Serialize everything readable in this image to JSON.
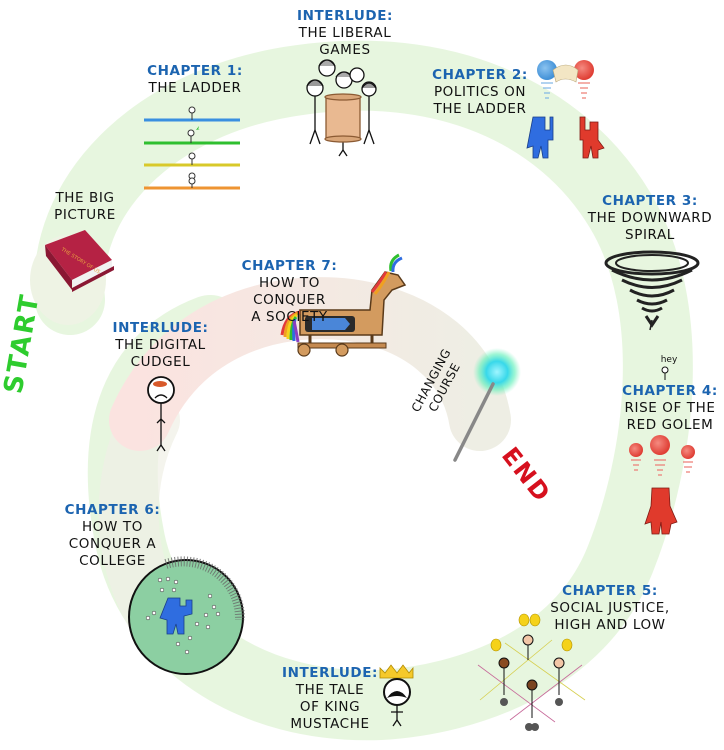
{
  "map_title": "Chapter map",
  "colors": {
    "kicker": "#1c64b0",
    "title": "#111111",
    "start": "#2ecc2e",
    "end": "#d6101e",
    "path_green": "#e6f5dd",
    "path_red": "#fbe5e3",
    "path_neutral": "#efefe6"
  },
  "markers": {
    "start": "START",
    "end": "END",
    "changing_course": [
      "CHANGING",
      "COURSE"
    ]
  },
  "sections": [
    {
      "id": "big-picture",
      "kicker": "",
      "title": [
        "THE BIG",
        "PICTURE"
      ],
      "icon": "book-icon",
      "book_text": "THE STORY OF US"
    },
    {
      "id": "chapter-1",
      "kicker": "CHAPTER 1:",
      "title": [
        "THE LADDER"
      ],
      "icon": "ladder-icon"
    },
    {
      "id": "interlude-liberal-games",
      "kicker": "INTERLUDE:",
      "title": [
        "THE LIBERAL",
        "GAMES"
      ],
      "icon": "founders-scroll-icon"
    },
    {
      "id": "chapter-2",
      "kicker": "CHAPTER 2:",
      "title": [
        "POLITICS ON",
        "THE LADDER"
      ],
      "icon": "blue-red-golems-icon"
    },
    {
      "id": "chapter-3",
      "kicker": "CHAPTER 3:",
      "title": [
        "THE DOWNWARD",
        "SPIRAL"
      ],
      "icon": "tornado-icon"
    },
    {
      "id": "chapter-4",
      "kicker": "CHAPTER 4:",
      "title": [
        "RISE OF THE",
        "RED GOLEM"
      ],
      "icon": "red-golem-icon",
      "speech": "hey"
    },
    {
      "id": "chapter-5",
      "kicker": "CHAPTER 5:",
      "title": [
        "SOCIAL JUSTICE,",
        "HIGH AND LOW"
      ],
      "icon": "balloon-people-icon"
    },
    {
      "id": "interlude-king-mustache",
      "kicker": "INTERLUDE:",
      "title": [
        "THE TALE",
        "OF KING",
        "MUSTACHE"
      ],
      "icon": "king-mustache-icon"
    },
    {
      "id": "chapter-6",
      "kicker": "CHAPTER 6:",
      "title": [
        "HOW TO",
        "CONQUER A",
        "COLLEGE"
      ],
      "icon": "college-crowd-icon"
    },
    {
      "id": "interlude-digital-cudgel",
      "kicker": "INTERLUDE:",
      "title": [
        "THE DIGITAL",
        "CUDGEL"
      ],
      "icon": "sad-stickfigure-icon"
    },
    {
      "id": "chapter-7",
      "kicker": "CHAPTER 7:",
      "title": [
        "HOW TO",
        "CONQUER",
        "A SOCIETY"
      ],
      "icon": "trojan-horse-icon"
    }
  ]
}
